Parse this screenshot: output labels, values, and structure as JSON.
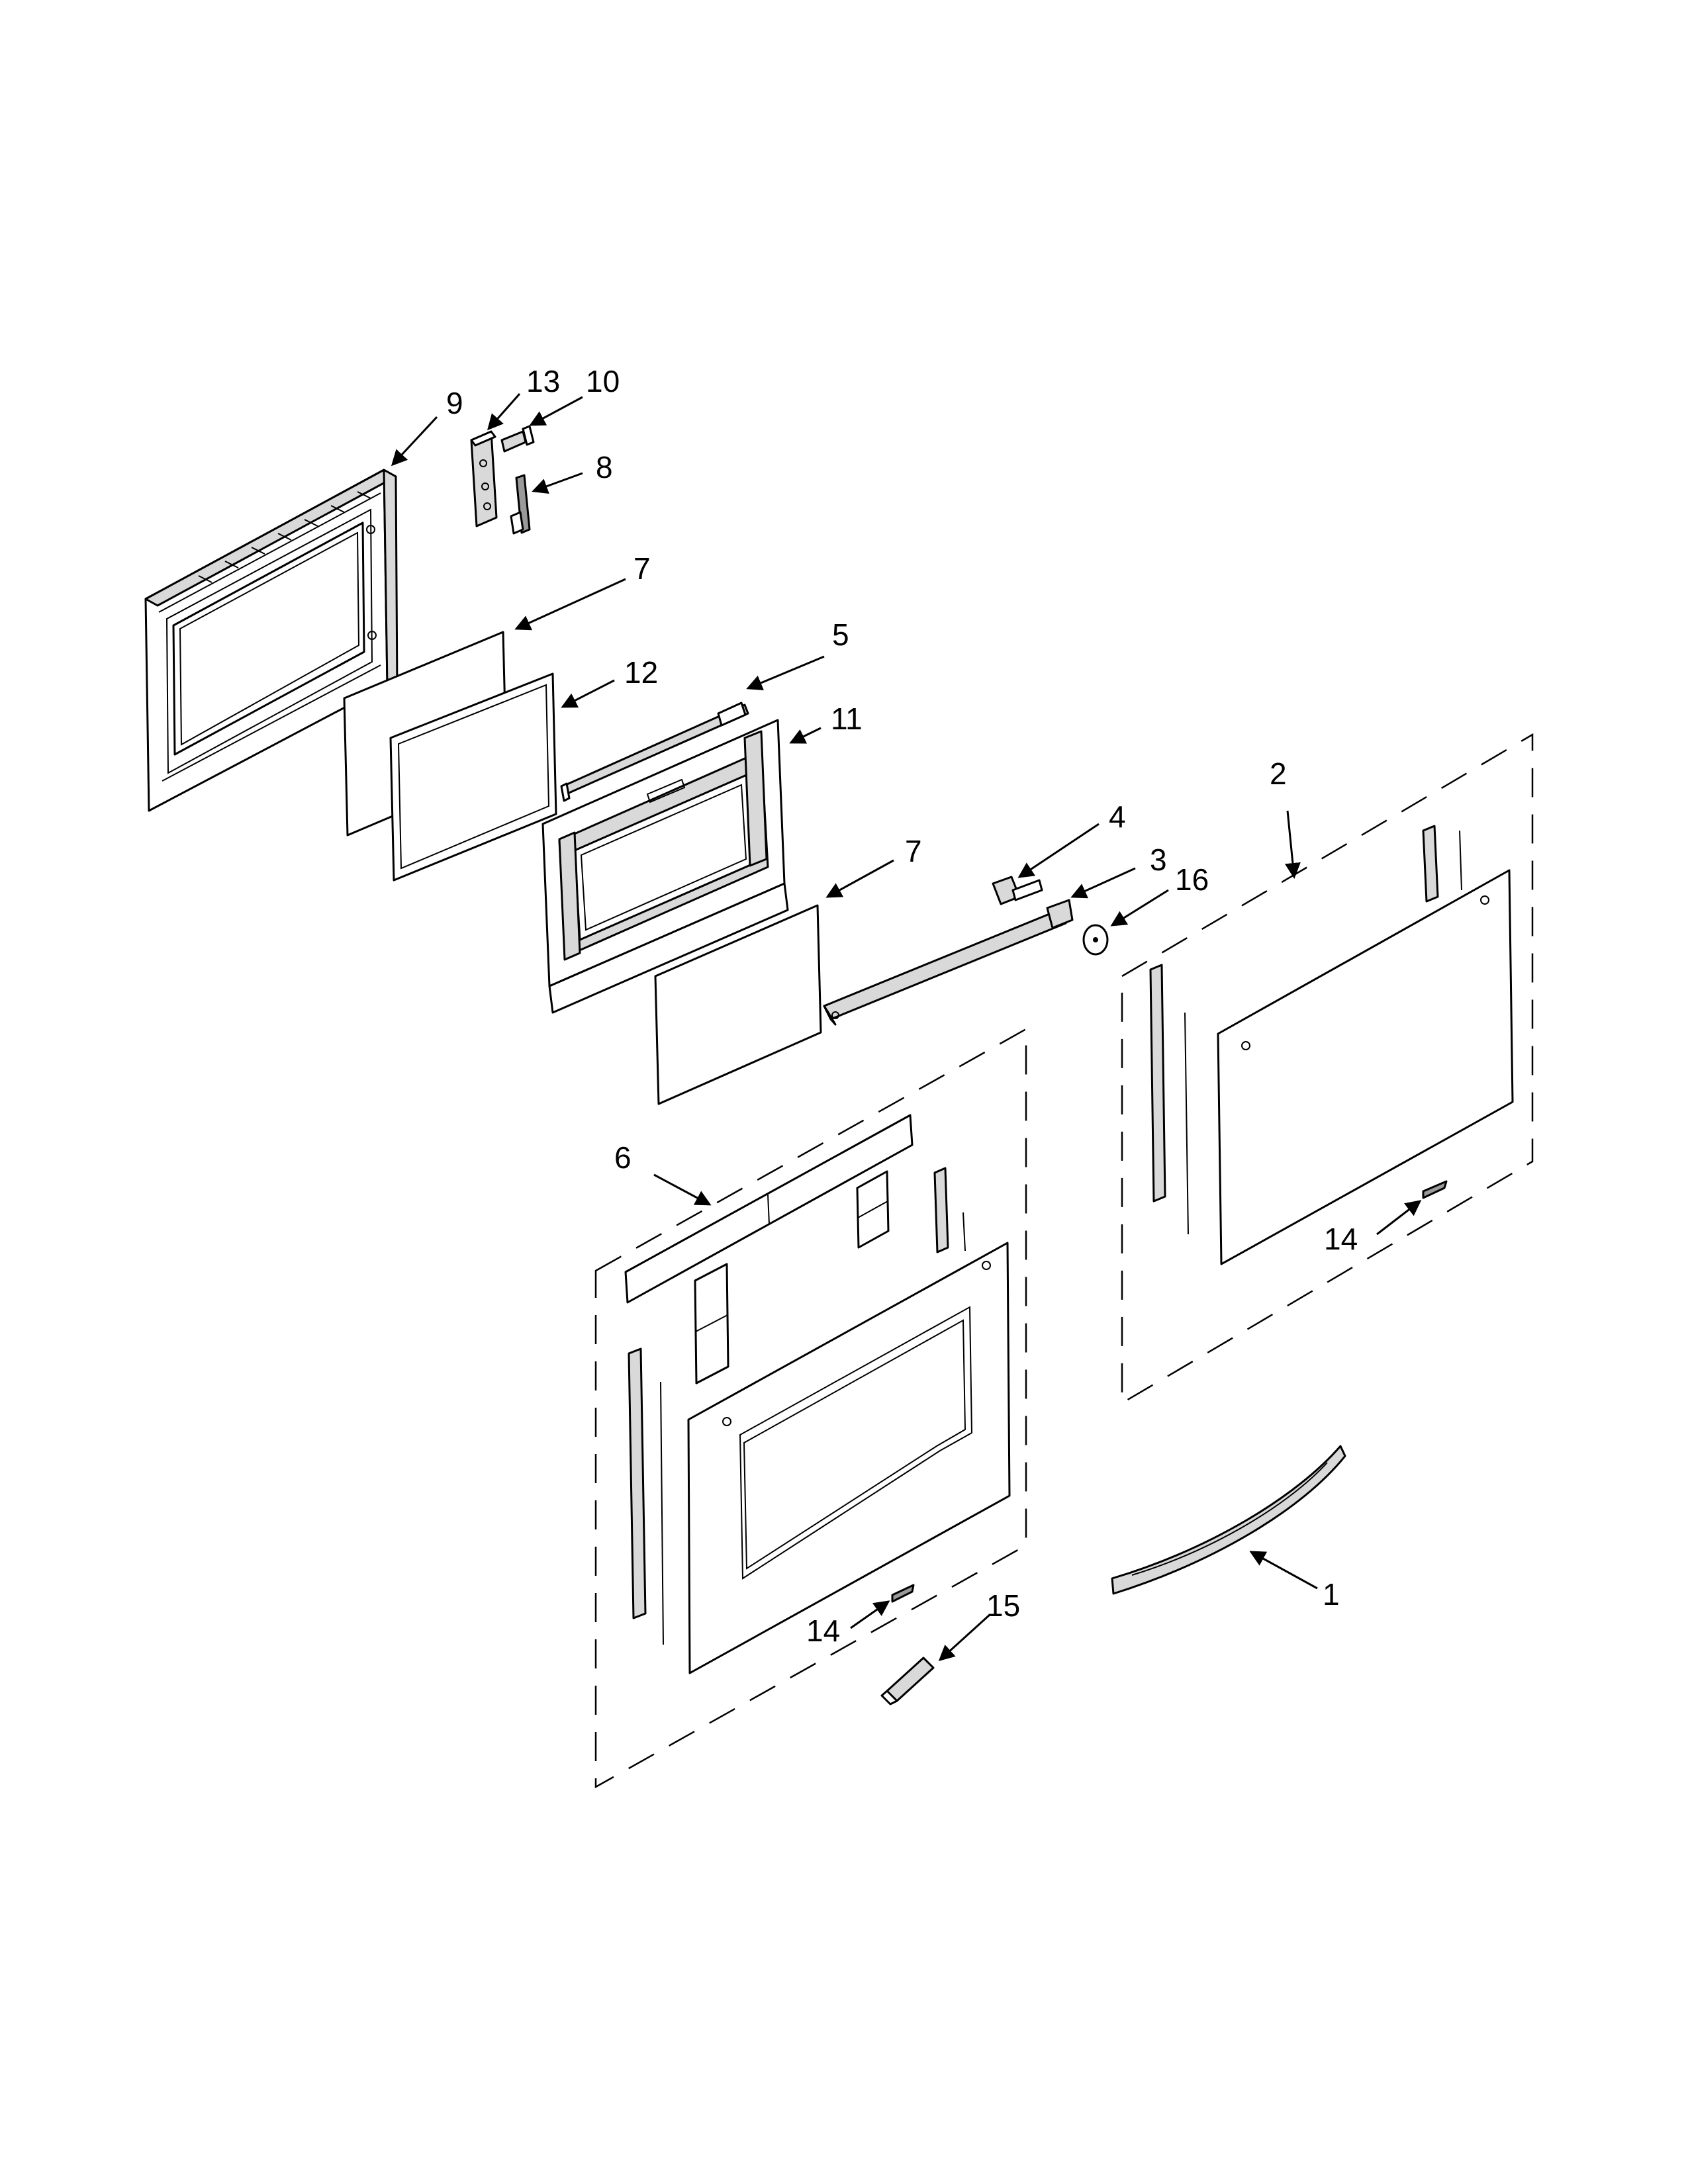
{
  "callouts": [
    {
      "id": "c9",
      "label": "9"
    },
    {
      "id": "c13",
      "label": "13"
    },
    {
      "id": "c10",
      "label": "10"
    },
    {
      "id": "c8",
      "label": "8"
    },
    {
      "id": "c7a",
      "label": "7"
    },
    {
      "id": "c12",
      "label": "12"
    },
    {
      "id": "c5",
      "label": "5"
    },
    {
      "id": "c11",
      "label": "11"
    },
    {
      "id": "c7b",
      "label": "7"
    },
    {
      "id": "c4",
      "label": "4"
    },
    {
      "id": "c3",
      "label": "3"
    },
    {
      "id": "c16",
      "label": "16"
    },
    {
      "id": "c2",
      "label": "2"
    },
    {
      "id": "c6",
      "label": "6"
    },
    {
      "id": "c14a",
      "label": "14"
    },
    {
      "id": "c14b",
      "label": "14"
    },
    {
      "id": "c15",
      "label": "15"
    },
    {
      "id": "c1",
      "label": "1"
    }
  ]
}
